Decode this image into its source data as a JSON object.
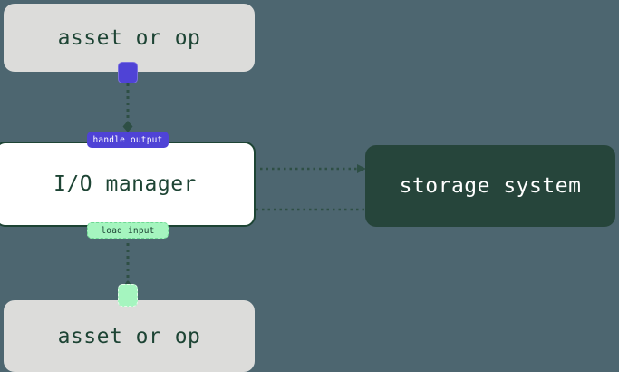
{
  "diagram": {
    "background_color": "#4d6670",
    "title_hidden": true,
    "nodes": [
      {
        "id": "asset-or-op-top",
        "label": "asset or op",
        "fill": "#dcdcda",
        "text_color": "#1d4434"
      },
      {
        "id": "io-manager",
        "label": "I/O manager",
        "fill": "#ffffff",
        "border_color": "#1d4434",
        "text_color": "#1d4434"
      },
      {
        "id": "storage-system",
        "label": "storage system",
        "fill": "#26453b",
        "text_color": "#ffffff"
      },
      {
        "id": "asset-or-op-bottom",
        "label": "asset or op",
        "fill": "#dcdcda",
        "text_color": "#1d4434"
      }
    ],
    "ports": [
      {
        "id": "output-port",
        "kind": "output",
        "fill": "#4f43d6",
        "border": "#7a70e0"
      },
      {
        "id": "input-port",
        "kind": "input",
        "fill": "#a5f5bf",
        "border": "#e4fbe9"
      }
    ],
    "edges": [
      {
        "id": "handle-output-edge",
        "label": "handle output",
        "from": "asset-or-op-top",
        "to": "io-manager",
        "label_fill": "#4f43d6",
        "label_text_color": "#ffffff",
        "style": "dotted"
      },
      {
        "id": "io-to-storage-edge",
        "label": "",
        "from": "io-manager",
        "to": "storage-system",
        "style": "dotted",
        "arrow": true
      },
      {
        "id": "storage-to-io-edge",
        "label": "",
        "from": "storage-system",
        "to": "io-manager",
        "style": "dotted",
        "arrow": true
      },
      {
        "id": "load-input-edge",
        "label": "load input",
        "from": "io-manager",
        "to": "asset-or-op-bottom",
        "label_fill": "#a5f5bf",
        "label_text_color": "#1d4434",
        "style": "dotted"
      }
    ],
    "edge_color": "#2e4f45"
  }
}
